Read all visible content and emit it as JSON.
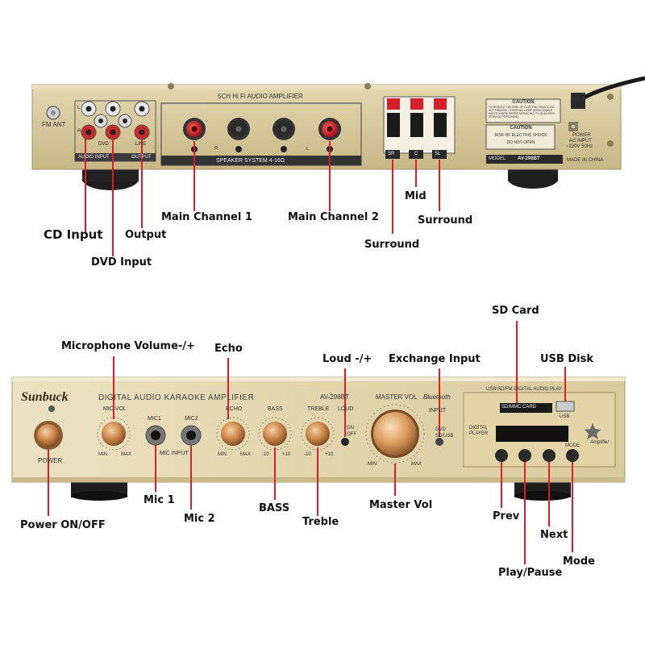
{
  "rear_panel": {
    "title": "5CH Hi Fi AUDIO AMPLIFIER",
    "fm_ant": "FM ANT",
    "rca_l": "L",
    "rca_r": "R",
    "dvd_marker": "DVD",
    "audio_input": "AUDIO INPUT",
    "output": "OUTPUT",
    "line": "LINE",
    "speaker_system": "SPEAKER SYSTEM 4-16Ω",
    "r_marker": "R",
    "l_marker": "L",
    "sr": "SR",
    "c": "C",
    "sl": "SL",
    "caution1_title": "CAUTION",
    "caution1_text": "TO REDUCE THE RISK OF ELECTRIC SHOCK DO NOT REMOVE COVER NO USER SERVICEABLE PARTS INSIDE REFER SERVICING TO QUALIFIED SERVICE PERSONNEL",
    "caution2_title": "CAUTION",
    "caution2_line1": "RISK OF ELECTRIC SHOCK",
    "caution2_line2": "DO NOT OPEN",
    "model_prefix": "MODEL",
    "model": "AV-298BT",
    "power_label": "POWER",
    "ac_input": "AC INPUT",
    "voltage": "~220V 50Hz",
    "made_in": "MADE IN CHINA"
  },
  "rear_callouts": {
    "cd_input": "CD Input",
    "dvd_input": "DVD Input",
    "output": "Output",
    "main_channel_1": "Main Channel 1",
    "main_channel_2": "Main Channel 2",
    "mid": "Mid",
    "surround_right": "Surround",
    "surround_left": "Surround"
  },
  "front_panel": {
    "brand": "Sunbuck",
    "title": "DIGITAL AUDIO KARAOKE AMPLIFIER",
    "model": "AV-298BT",
    "bluetooth": "Bluetooth",
    "power": "POWER",
    "mic_vol": "MIC VOL",
    "min": "MIN",
    "max": "MAX",
    "mic1": "MIC1",
    "mic2": "MIC2",
    "mic_input": "MIC INPUT",
    "echo": "ECHO",
    "bass": "BASS",
    "treble": "TREBLE",
    "minus10": "-10",
    "plus10": "+10",
    "loud": "LOUD",
    "on": "ON",
    "off": "OFF",
    "master_vol": "MASTER VOL",
    "input": "INPUT",
    "dvd": "DVD",
    "sd_usb": "SD/USB",
    "player_header": "USB/SD/FM DIGITAL AUDIO PLAY",
    "sd_mmc": "SD/MMC CARD",
    "usb": "USB",
    "digital_player": "DIGITAL PLAYER",
    "mode": "MODE",
    "amplifier_logo": "Amplifier"
  },
  "front_callouts": {
    "microphone_volume": "Microphone Volume-/+",
    "echo": "Echo",
    "loud": "Loud -/+",
    "exchange_input": "Exchange Input",
    "sd_card": "SD Card",
    "usb_disk": "USB Disk",
    "power_on_off": "Power ON/OFF",
    "mic1": "Mic 1",
    "mic2": "Mic 2",
    "bass": "BASS",
    "treble": "Treble",
    "master_vol": "Master Vol",
    "prev": "Prev",
    "next": "Next",
    "play_pause": "Play/Pause",
    "mode": "Mode"
  },
  "colors": {
    "panel_gold": "#d8cba2",
    "panel_dark": "#b9ab7e",
    "callout_red": "#d8202a",
    "knob_copper": "#c9864a",
    "display_black": "#151515",
    "speaker_red": "#d51f2a"
  }
}
